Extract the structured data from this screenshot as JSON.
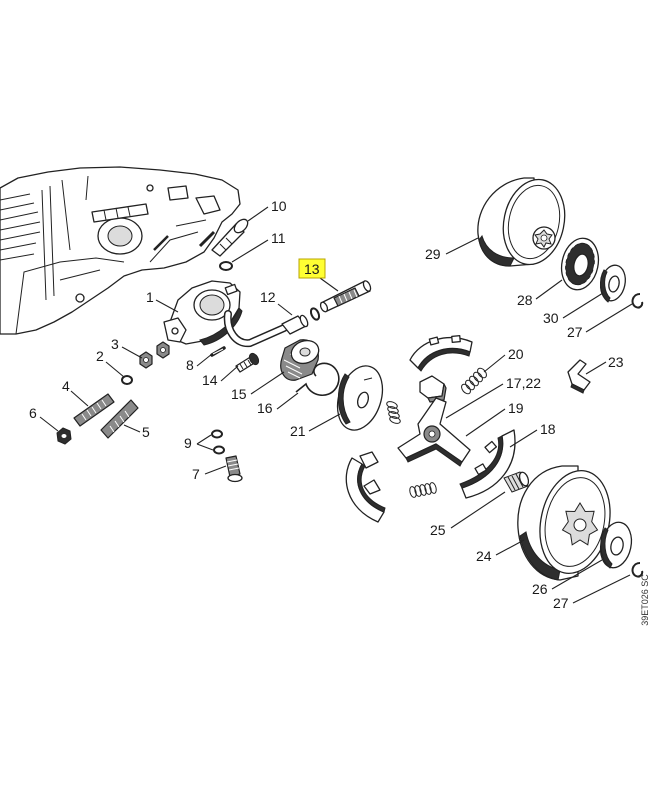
{
  "diagram": {
    "callouts": [
      {
        "label": "10",
        "highlighted": false
      },
      {
        "label": "11",
        "highlighted": false
      },
      {
        "label": "13",
        "highlighted": true
      },
      {
        "label": "1",
        "highlighted": false
      },
      {
        "label": "12",
        "highlighted": false
      },
      {
        "label": "29",
        "highlighted": false
      },
      {
        "label": "28",
        "highlighted": false
      },
      {
        "label": "30",
        "highlighted": false
      },
      {
        "label": "27",
        "highlighted": false
      },
      {
        "label": "3",
        "highlighted": false
      },
      {
        "label": "2",
        "highlighted": false
      },
      {
        "label": "20",
        "highlighted": false
      },
      {
        "label": "23",
        "highlighted": false
      },
      {
        "label": "8",
        "highlighted": false
      },
      {
        "label": "14",
        "highlighted": false
      },
      {
        "label": "17,22",
        "highlighted": false
      },
      {
        "label": "15",
        "highlighted": false
      },
      {
        "label": "4",
        "highlighted": false
      },
      {
        "label": "16",
        "highlighted": false
      },
      {
        "label": "19",
        "highlighted": false
      },
      {
        "label": "6",
        "highlighted": false
      },
      {
        "label": "21",
        "highlighted": false
      },
      {
        "label": "5",
        "highlighted": false
      },
      {
        "label": "18",
        "highlighted": false
      },
      {
        "label": "9",
        "highlighted": false
      },
      {
        "label": "7",
        "highlighted": false
      },
      {
        "label": "25",
        "highlighted": false
      },
      {
        "label": "24",
        "highlighted": false
      },
      {
        "label": "26",
        "highlighted": false
      },
      {
        "label": "27",
        "highlighted": false
      }
    ],
    "drawing_code": "39ET026 SC"
  },
  "colors": {
    "highlight_fill": "#ffff33",
    "highlight_border": "#b8a400",
    "line": "#222222",
    "background": "#ffffff"
  }
}
